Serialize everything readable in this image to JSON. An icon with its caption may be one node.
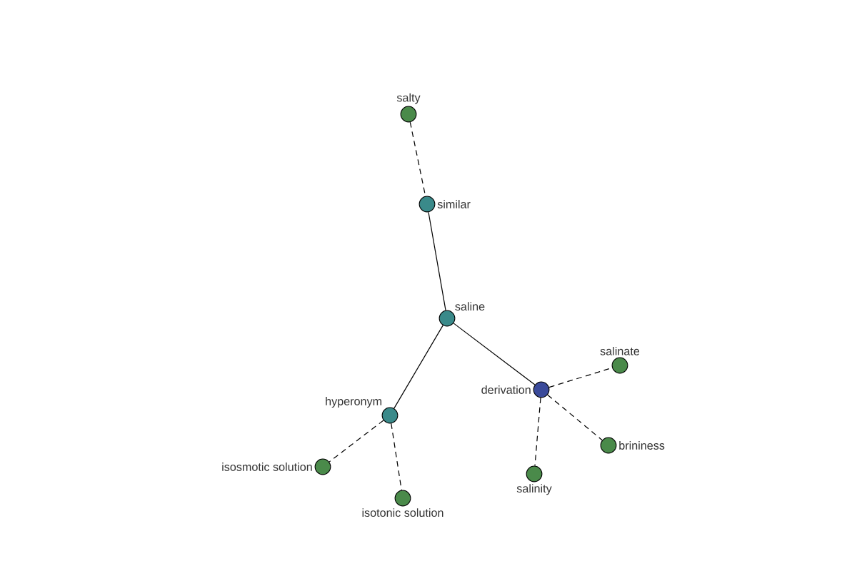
{
  "diagram": {
    "nodes": [
      {
        "text": [
          "salty"
        ]
      },
      {
        "text": [
          "similar"
        ]
      },
      {
        "text": [
          "saline"
        ]
      },
      {
        "text": [
          "hyperonym"
        ]
      },
      {
        "text": [
          "derivation"
        ]
      },
      {
        "text": [
          "salinate"
        ]
      },
      {
        "text": [
          "brininess"
        ]
      },
      {
        "text": [
          "isosmotic solution"
        ]
      },
      {
        "text": [
          "salinity"
        ]
      },
      {
        "text": [
          "isotonic solution"
        ]
      }
    ],
    "edges": [
      {
        "from": 0,
        "to": 1,
        "arrow": "none",
        "style": "dashed"
      },
      {
        "from": 1,
        "to": 2,
        "arrow": "none"
      },
      {
        "from": 2,
        "to": 3,
        "arrow": "none"
      },
      {
        "from": 2,
        "to": 4,
        "arrow": "none"
      },
      {
        "from": 4,
        "to": 5,
        "arrow": "none",
        "style": "dashed"
      },
      {
        "from": 4,
        "to": 6,
        "arrow": "none",
        "style": "dashed"
      },
      {
        "from": 4,
        "to": 8,
        "arrow": "none",
        "style": "dashed"
      },
      {
        "from": 3,
        "to": 7,
        "arrow": "none",
        "style": "dashed"
      },
      {
        "from": 3,
        "to": 9,
        "arrow": "none",
        "style": "dashed"
      }
    ]
  }
}
